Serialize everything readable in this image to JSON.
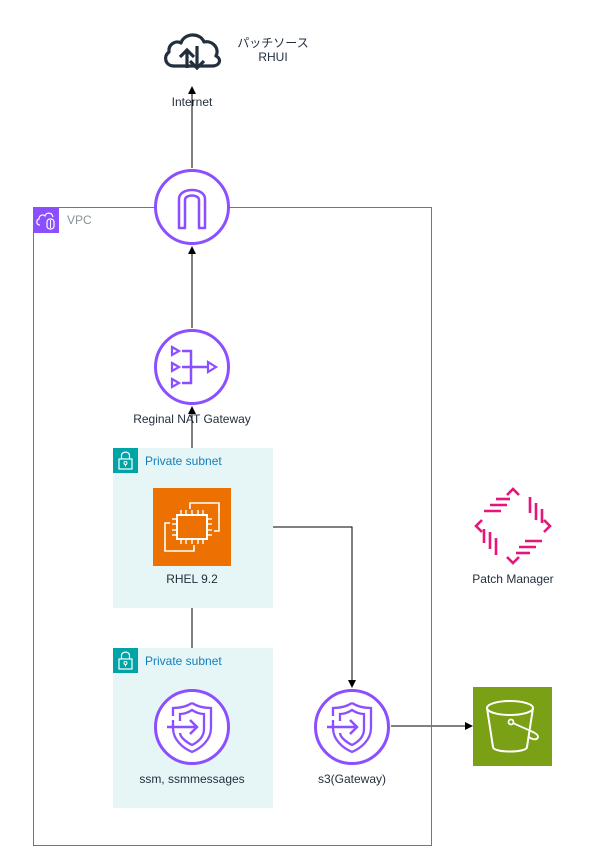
{
  "diagram": {
    "internet": {
      "label": "Internet",
      "note_line1": "パッチソース",
      "note_line2": "RHUI",
      "icon": "internet-cloud-icon"
    },
    "vpc": {
      "label": "VPC",
      "color": "#8c4fff",
      "icon": "vpc-cloud-icon"
    },
    "internet_gateway": {
      "label": "",
      "icon": "internet-gateway-icon",
      "color": "#8c4fff"
    },
    "nat_gateway": {
      "label": "Reginal NAT Gateway",
      "icon": "nat-gateway-icon",
      "color": "#8c4fff"
    },
    "subnets": [
      {
        "label": "Private subnet",
        "color": "#00a4a6"
      },
      {
        "label": "Private subnet",
        "color": "#00a4a6"
      }
    ],
    "ec2": {
      "label": "RHEL 9.2",
      "icon": "ec2-instance-icon",
      "color": "#ed7100"
    },
    "ssm_endpoint": {
      "label": "ssm, ssmmessages",
      "icon": "vpc-endpoint-icon"
    },
    "s3_endpoint": {
      "label": "s3(Gateway)",
      "icon": "vpc-endpoint-icon"
    },
    "s3_bucket": {
      "label": "",
      "icon": "s3-bucket-icon",
      "color": "#7aa116"
    },
    "patch_manager": {
      "label": "Patch Manager",
      "icon": "patch-manager-icon",
      "color": "#e7157b"
    }
  }
}
